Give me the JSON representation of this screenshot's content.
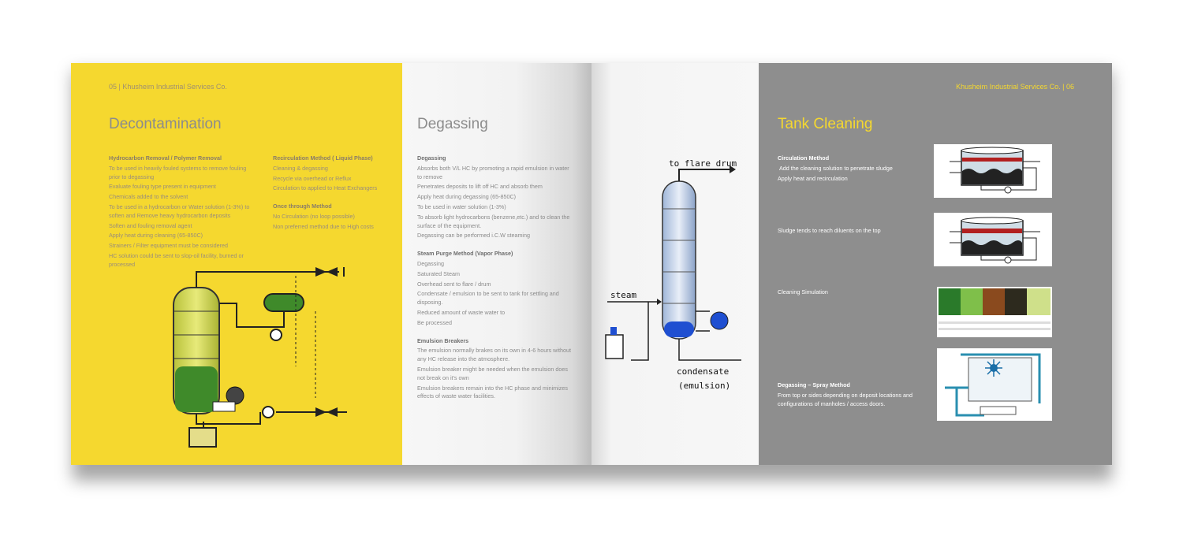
{
  "left_header": "05 | Khusheim Industrial Services Co.",
  "right_header": "Khusheim Industrial Services Co. | 06",
  "decontamination": {
    "title": "Decontamination",
    "hc_heading": "Hydrocarbon Removal / Polymer Removal",
    "hc_lines": [
      "To be used in heavily fouled systems to remove fouling prior to degassing",
      "Evaluate fouling type present in equipment",
      "Chemicals added to the solvent",
      "To be used in a hydrocarbon or Water solution (1-3%) to soften and Remove heavy hydrocarbon deposits",
      "Soften and fouling removal agent",
      "Apply heat during cleaning (65-850C)",
      "Strainers / Filter equipment must be considered",
      "HC solution could be sent to slop-oil facility, burned or processed"
    ],
    "recirc_heading": "Recirculation Method ( Liquid Phase)",
    "recirc_lines": [
      "Cleaning & degassing",
      "Recycle via overhead or Reflux",
      "Circulation to applied to Heat Exchangers"
    ],
    "once_heading": "Once through Method",
    "once_lines": [
      "No Circulation (no loop possible)",
      "Non preferred method due to High costs"
    ]
  },
  "degassing": {
    "title": "Degassing",
    "deg_heading": "Degassing",
    "deg_lines": [
      "Absorbs both V/L HC by promoting a rapid emulsion in water to remove",
      "Penetrates deposits to lift off HC and absorb them",
      "Apply heat during degassing (65-850C)",
      "To be used in water solution (1-3%)",
      "To absorb light hydrocarbons (benzene,etc.) and to clean the surface of the equipment.",
      "Degassing can be performed i.C.W steaming"
    ],
    "steam_heading": "Steam Purge Method (Vapor Phase)",
    "steam_lines": [
      "Degassing",
      "Saturated Steam",
      "Overhead sent to flare / drum",
      "Condensate / emulsion to be sent to tank for settling and disposing.",
      "Reduced amount of waste water to",
      "Be processed"
    ],
    "emul_heading": "Emulsion Breakers",
    "emul_lines": [
      "The emulsion normally brakes on its own in 4-6 hours without any HC release into the atmosphere.",
      "Emulsion breaker might be needed when the emulsion does not break on it's own",
      "Emulsion breakers remain into the HC phase and minimizes effects of waste water facilities."
    ]
  },
  "column_diagram": {
    "flare_label": "to flare drum",
    "steam_label": "steam",
    "condensate_label": "condensate",
    "emulsion_label": "(emulsion)"
  },
  "tank_cleaning": {
    "title": "Tank Cleaning",
    "circ_heading": "Circulation Method",
    "circ_lines": [
      "Add the cleaning solution to penetrate sludge",
      "Apply heat and recirculation"
    ],
    "sludge_text": "Sludge tends to reach diluents on the top",
    "sim_text": "Cleaning Simulation",
    "spray_heading": "Degassing – Spray Method",
    "spray_lines": [
      "From top or sides depending on deposit locations and configurations of manholes / access doors."
    ]
  },
  "colors": {
    "yellow_panel": "#f5d82f",
    "gray_panel": "#8e8e8e",
    "title_gray": "#8c8c8c",
    "accent_yellow": "#f5d82f"
  }
}
